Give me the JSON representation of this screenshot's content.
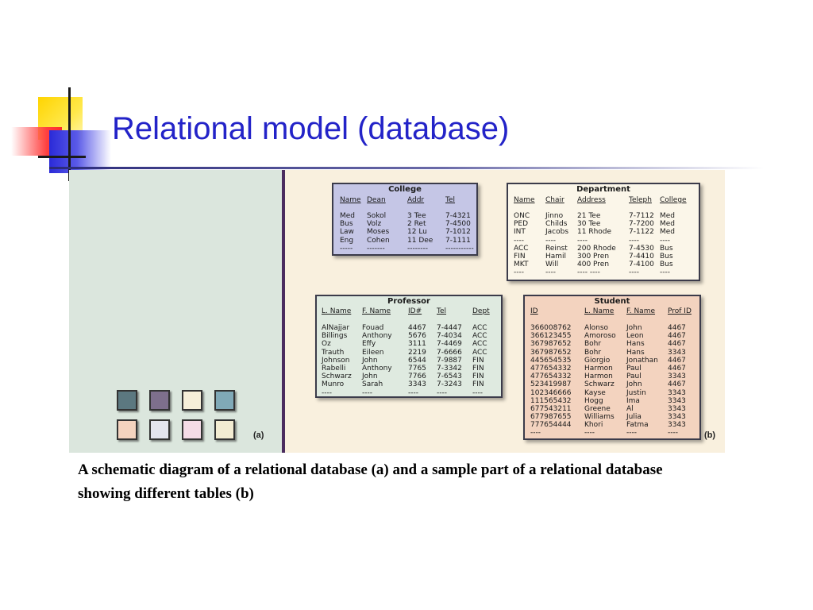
{
  "slide": {
    "title": "Relational model (database)",
    "caption": "A schematic diagram of a relational database (a) and a sample part of a relational database showing different tables (b)"
  },
  "figure": {
    "label_a": "(a)",
    "label_b": "(b)",
    "swatch_colors": [
      "#5c7880",
      "#7e6f8c",
      "#f6efd9",
      "#80a9b7",
      "#f4d3bf",
      "#e3e4ee",
      "#f4dbe6",
      "#f3ecd2"
    ],
    "college": {
      "title": "College",
      "headers": [
        "Name",
        "Dean",
        "Addr",
        "Tel"
      ],
      "rows": [
        [
          "Med",
          "Sokol",
          "3 Tee",
          "7-4321"
        ],
        [
          "Bus",
          "Volz",
          "2 Ret",
          "7-4500"
        ],
        [
          "Law",
          "Moses",
          "12 Lu",
          "7-1012"
        ],
        [
          "Eng",
          "Cohen",
          "11 Dee",
          "7-1111"
        ],
        [
          "-----",
          "-------",
          "--------",
          "-----------"
        ]
      ]
    },
    "department": {
      "title": "Department",
      "headers": [
        "Name",
        "Chair",
        "Address",
        "Teleph",
        "College"
      ],
      "rows": [
        [
          "ONC",
          "Jinno",
          "21 Tee",
          "7-7112",
          "Med"
        ],
        [
          "PED",
          "Childs",
          "30 Tee",
          "7-7200",
          "Med"
        ],
        [
          "INT",
          "Jacobs",
          "11 Rhode",
          "7-1122",
          "Med"
        ],
        [
          "----",
          "----",
          "----",
          "----",
          "----"
        ],
        [
          "ACC",
          "Reinst",
          "200 Rhode",
          "7-4530",
          "Bus"
        ],
        [
          "FIN",
          "Hamil",
          "300 Pren",
          "7-4410",
          "Bus"
        ],
        [
          "MKT",
          "Will",
          "400 Pren",
          "7-4100",
          "Bus"
        ],
        [
          "----",
          "----",
          "----  ----",
          "----",
          "----"
        ]
      ]
    },
    "professor": {
      "title": "Professor",
      "headers": [
        "L. Name",
        "F. Name",
        "ID#",
        "Tel",
        "Dept"
      ],
      "rows": [
        [
          "AlNajjar",
          "Fouad",
          "4467",
          "7-4447",
          "ACC"
        ],
        [
          "Billings",
          "Anthony",
          "5676",
          "7-4034",
          "ACC"
        ],
        [
          "Oz",
          "Effy",
          "3111",
          "7-4469",
          "ACC"
        ],
        [
          "Trauth",
          "Eileen",
          "2219",
          "7-6666",
          "ACC"
        ],
        [
          "Johnson",
          "John",
          "6544",
          "7-9887",
          "FIN"
        ],
        [
          "Rabelli",
          "Anthony",
          "7765",
          "7-3342",
          "FIN"
        ],
        [
          "Schwarz",
          "John",
          "7766",
          "7-6543",
          "FIN"
        ],
        [
          "Munro",
          "Sarah",
          "3343",
          "7-3243",
          "FIN"
        ],
        [
          "----",
          "----",
          "----",
          "----",
          "----"
        ]
      ]
    },
    "student": {
      "title": "Student",
      "headers": [
        "ID",
        "L. Name",
        "F. Name",
        "Prof ID"
      ],
      "rows": [
        [
          "366008762",
          "Alonso",
          "John",
          "4467"
        ],
        [
          "366123455",
          "Amoroso",
          "Leon",
          "4467"
        ],
        [
          "367987652",
          "Bohr",
          "Hans",
          "4467"
        ],
        [
          "367987652",
          "Bohr",
          "Hans",
          "3343"
        ],
        [
          "445654535",
          "Giorgio",
          "Jonathan",
          "4467"
        ],
        [
          "477654332",
          "Harmon",
          "Paul",
          "4467"
        ],
        [
          "477654332",
          "Harmon",
          "Paul",
          "3343"
        ],
        [
          "523419987",
          "Schwarz",
          "John",
          "4467"
        ],
        [
          "102346666",
          "Kayse",
          "Justin",
          "3343"
        ],
        [
          "111565432",
          "Hogg",
          "Ima",
          "3343"
        ],
        [
          "677543211",
          "Greene",
          "Al",
          "3343"
        ],
        [
          "677987655",
          "Williams",
          "Julia",
          "3343"
        ],
        [
          "777654444",
          "Khori",
          "Fatma",
          "3343"
        ],
        [
          "----",
          "----",
          "----",
          "----"
        ]
      ]
    }
  }
}
